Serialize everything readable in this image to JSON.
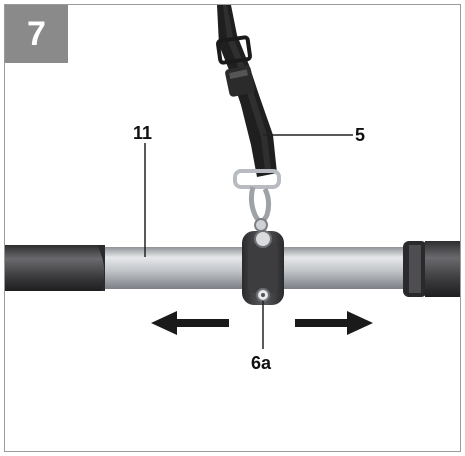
{
  "figure": {
    "step_number": "7",
    "labels": {
      "tube": "11",
      "strap": "5",
      "clamp_screw": "6a"
    }
  },
  "colors": {
    "badge": "#8a8a8a",
    "frame": "#9a9a9a",
    "tube": "#c9ccd0",
    "grip": "#4a4a4c",
    "strap": "#1f1f1f",
    "arrow": "#1a1a1a"
  }
}
